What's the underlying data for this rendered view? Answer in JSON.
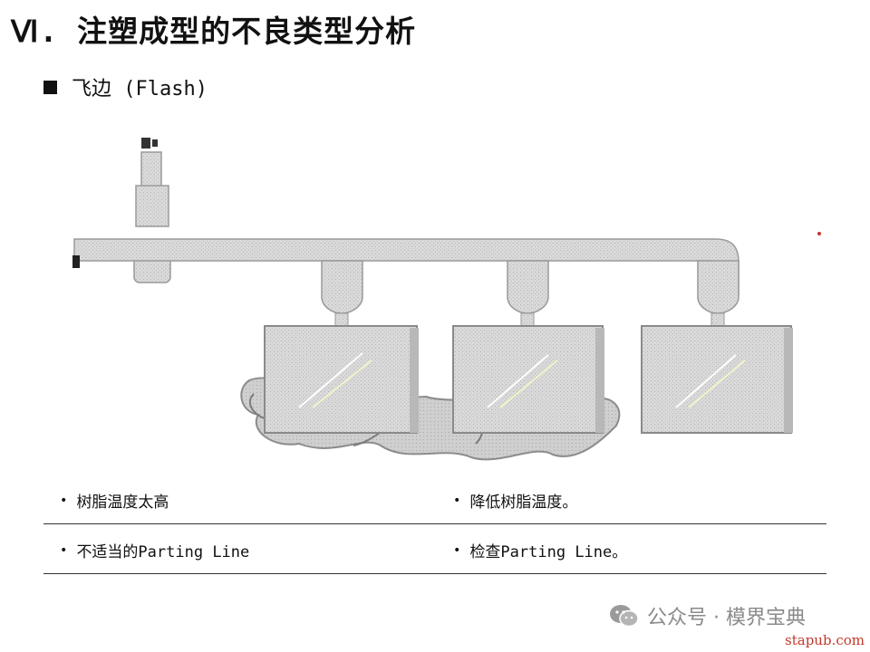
{
  "slide": {
    "title": "Ⅵ. 注塑成型的不良类型分析",
    "subtitle": "飞边 (Flash)"
  },
  "table": {
    "rows": [
      {
        "cause": "树脂温度太高",
        "remedy": "降低树脂温度。"
      },
      {
        "cause": "不适当的Parting Line",
        "remedy": "检查Parting Line。"
      }
    ]
  },
  "watermark": {
    "label": "公众号 · 模界宝典",
    "site": "stapub.com"
  },
  "colors": {
    "runner_fill": "#d6d6d6",
    "runner_stroke": "#9a9a9a",
    "accent_red": "#c0392b",
    "watermark_gray": "#8a8a8a"
  }
}
